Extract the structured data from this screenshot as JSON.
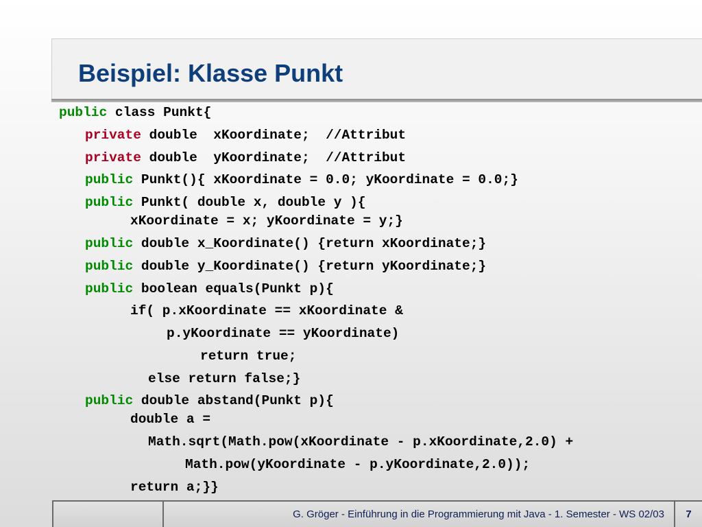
{
  "slide": {
    "title": "Beispiel: Klasse Punkt"
  },
  "code_lines": [
    {
      "kw": "public",
      "kw_type": "public",
      "text": " class Punkt{"
    },
    {
      "kw": "private",
      "kw_type": "private",
      "text": " double  xKoordinate;  //Attribut"
    },
    {
      "kw": "private",
      "kw_type": "private",
      "text": " double  yKoordinate;  //Attribut"
    },
    {
      "kw": "public",
      "kw_type": "public",
      "text": " Punkt(){ xKoordinate = 0.0; yKoordinate = 0.0;}"
    },
    {
      "kw": "public",
      "kw_type": "public",
      "text": " Punkt( double x, double y ){"
    },
    {
      "kw": "",
      "kw_type": "",
      "text": "xKoordinate = x; yKoordinate = y;}"
    },
    {
      "kw": "public",
      "kw_type": "public",
      "text": " double x_Koordinate() {return xKoordinate;}"
    },
    {
      "kw": "public",
      "kw_type": "public",
      "text": " double y_Koordinate() {return yKoordinate;}"
    },
    {
      "kw": "public",
      "kw_type": "public",
      "text": " boolean equals(Punkt p){"
    },
    {
      "kw": "",
      "kw_type": "",
      "text": "if( p.xKoordinate == xKoordinate &"
    },
    {
      "kw": "",
      "kw_type": "",
      "text": "p.yKoordinate == yKoordinate)"
    },
    {
      "kw": "",
      "kw_type": "",
      "text": "return true;"
    },
    {
      "kw": "",
      "kw_type": "",
      "text": "else return false;}"
    },
    {
      "kw": "public",
      "kw_type": "public",
      "text": " double abstand(Punkt p){"
    },
    {
      "kw": "",
      "kw_type": "",
      "text": "double a ="
    },
    {
      "kw": "",
      "kw_type": "",
      "text": "Math.sqrt(Math.pow(xKoordinate - p.xKoordinate,2.0) +"
    },
    {
      "kw": "",
      "kw_type": "",
      "text": "Math.pow(yKoordinate - p.yKoordinate,2.0));"
    },
    {
      "kw": "",
      "kw_type": "",
      "text": "return a;}}"
    }
  ],
  "footer": {
    "text": "G. Gröger -  Einführung in die Programmierung mit Java  -  1. Semester  -  WS 02/03",
    "page_number": "7"
  },
  "colors": {
    "title": "#0f3f7a",
    "keyword_public": "#008a00",
    "keyword_private": "#aa0022",
    "footer_text": "#0f1f55"
  }
}
